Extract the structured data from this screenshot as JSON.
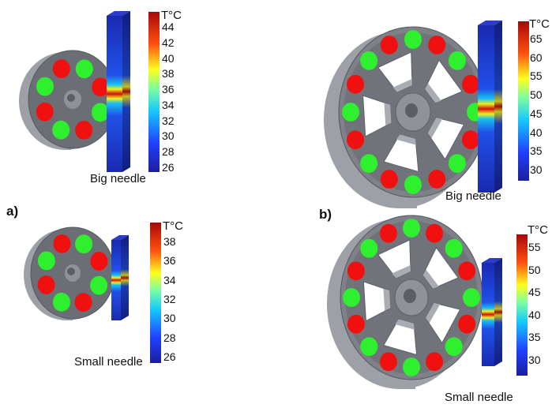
{
  "panel_labels": [
    "a)",
    "b)"
  ],
  "figures": [
    {
      "id": "a-big",
      "caption": "Big needle",
      "unit_label": "T°C",
      "ticks": [
        "44",
        "42",
        "40",
        "38",
        "36",
        "34",
        "32",
        "30",
        "28",
        "26"
      ],
      "magnets": [
        "red",
        "green",
        "red",
        "green",
        "red",
        "green",
        "red",
        "green"
      ]
    },
    {
      "id": "a-small",
      "caption": "Small needle",
      "unit_label": "T°C",
      "ticks": [
        "38",
        "36",
        "34",
        "32",
        "30",
        "28",
        "26"
      ],
      "magnets": [
        "red",
        "green",
        "red",
        "green",
        "red",
        "green",
        "red",
        "green"
      ]
    },
    {
      "id": "b-big",
      "caption": "Big needle",
      "unit_label": "T°C",
      "ticks": [
        "65",
        "60",
        "55",
        "50",
        "45",
        "40",
        "35",
        "30"
      ],
      "magnets": [
        "green",
        "red",
        "green",
        "red",
        "green",
        "red",
        "green",
        "red",
        "green",
        "red",
        "green",
        "red",
        "green",
        "red",
        "green",
        "red"
      ]
    },
    {
      "id": "b-small",
      "caption": "Small needle",
      "unit_label": "T°C",
      "ticks": [
        "55",
        "50",
        "45",
        "40",
        "35",
        "30"
      ],
      "magnets": [
        "green",
        "red",
        "green",
        "red",
        "green",
        "red",
        "green",
        "red",
        "green",
        "red",
        "green",
        "red",
        "green",
        "red",
        "green",
        "red"
      ]
    }
  ],
  "colors": {
    "disk_face": "#6b6e75",
    "disk_rim": "#9da0a6",
    "disk_rim_dark": "#7e8188",
    "hub": "#8f9299",
    "magnet_red": "#f01010",
    "magnet_green": "#2ef02e",
    "needle_cold": "#1a2fb8",
    "needle_hot": "#d01010"
  }
}
